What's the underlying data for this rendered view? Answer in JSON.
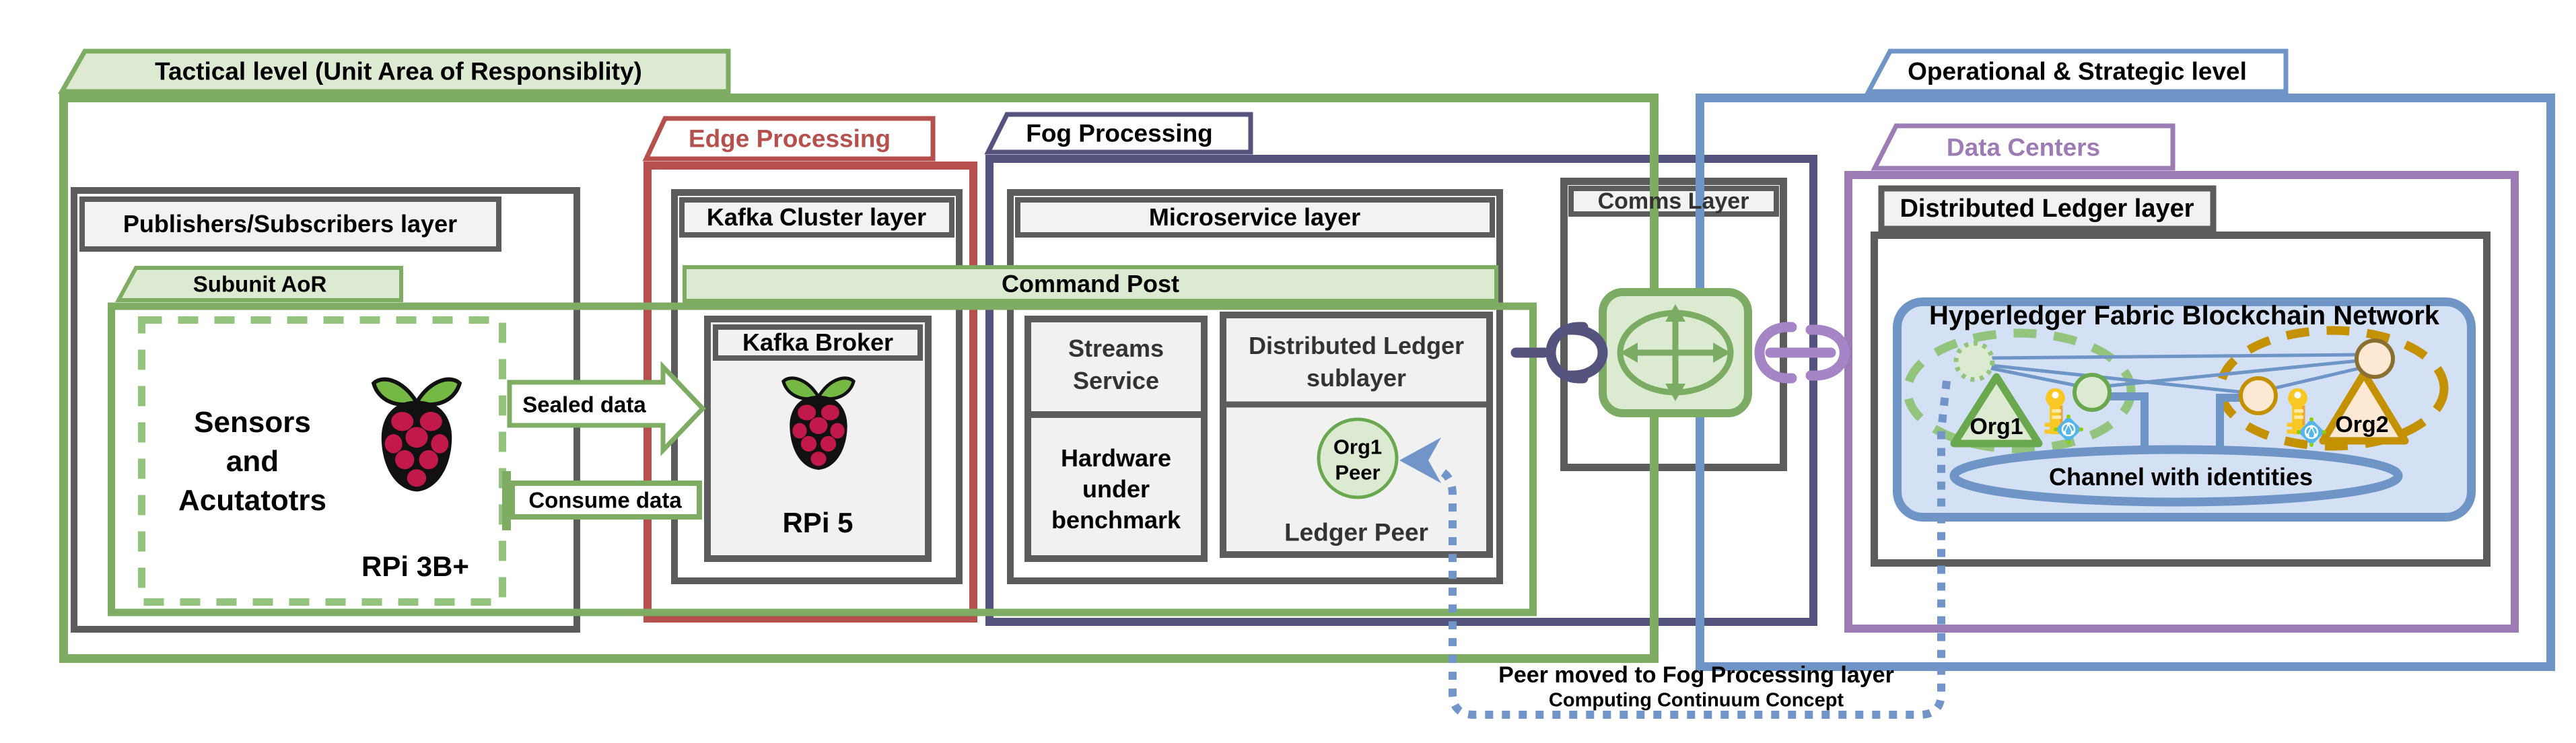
{
  "diagram": {
    "tactical": {
      "tab": "Tactical level (Unit Area of Responsiblity)"
    },
    "operational": {
      "tab": "Operational & Strategic level"
    },
    "data_centers": {
      "tab": "Data Centers"
    },
    "edge": {
      "tab": "Edge Processing"
    },
    "fog": {
      "tab": "Fog Processing"
    },
    "subunit": {
      "tab": "Subunit AoR"
    },
    "command_post": {
      "label": "Command Post"
    },
    "publishers": {
      "header": "Publishers/Subscribers layer"
    },
    "kafka_cluster": {
      "header": "Kafka Cluster layer"
    },
    "microservice": {
      "header": "Microservice layer"
    },
    "comms": {
      "header": "Comms Layer"
    },
    "distributed_ledger": {
      "header": "Distributed Ledger layer"
    },
    "sensors": {
      "line1": "Sensors",
      "line2": "and",
      "line3": "Acutatotrs",
      "device": "RPi 3B+"
    },
    "kafka_broker": {
      "header": "Kafka Broker",
      "device": "RPi 5"
    },
    "streams": {
      "line1": "Streams",
      "line2": "Service"
    },
    "hardware": {
      "line1": "Hardware",
      "line2": "under",
      "line3": "benchmark"
    },
    "dl_sublayer": {
      "title1": "Distributed Ledger",
      "title2": "sublayer",
      "peer_line1": "Org1",
      "peer_line2": "Peer",
      "footer": "Ledger Peer"
    },
    "arrows": {
      "sealed": "Sealed data",
      "consume": "Consume data"
    },
    "hyperledger": {
      "title": "Hyperledger Fabric Blockchain Network",
      "org1": "Org1",
      "org2": "Org2",
      "channel": "Channel with identities"
    },
    "annotation": {
      "line1": "Peer moved to Fog Processing layer",
      "line2": "Computing Continuum Concept"
    }
  },
  "colors": {
    "green": "#7DAC62",
    "green-light": "#DCEAD2",
    "green-dash": "#93C47D",
    "green-dark": "#6AA84F",
    "icon-green": "#7CAC63",
    "gray": "#5C5C5C",
    "gray-light": "#F2F2F2",
    "box-fill": "#F1F1F1",
    "red": "#B5504C",
    "navy": "#53537E",
    "blue": "#6F95C6",
    "blue-light": "#D4E1F5",
    "purple": "#9D7BB5",
    "purple-light": "#A585C5",
    "gold": "#C49102",
    "gold-dark": "#8A7030",
    "peach": "#FDE9D3",
    "key-yellow": "#F9C825",
    "key-stripe": "#FFE9A8",
    "key-accent": "#E8A33D",
    "diamond-blue": "#56B5E8",
    "diamond-dot": "#8FCE00",
    "dotted-blue": "#7195C9",
    "berry": "#C2194B",
    "leaf": "#75B843"
  }
}
